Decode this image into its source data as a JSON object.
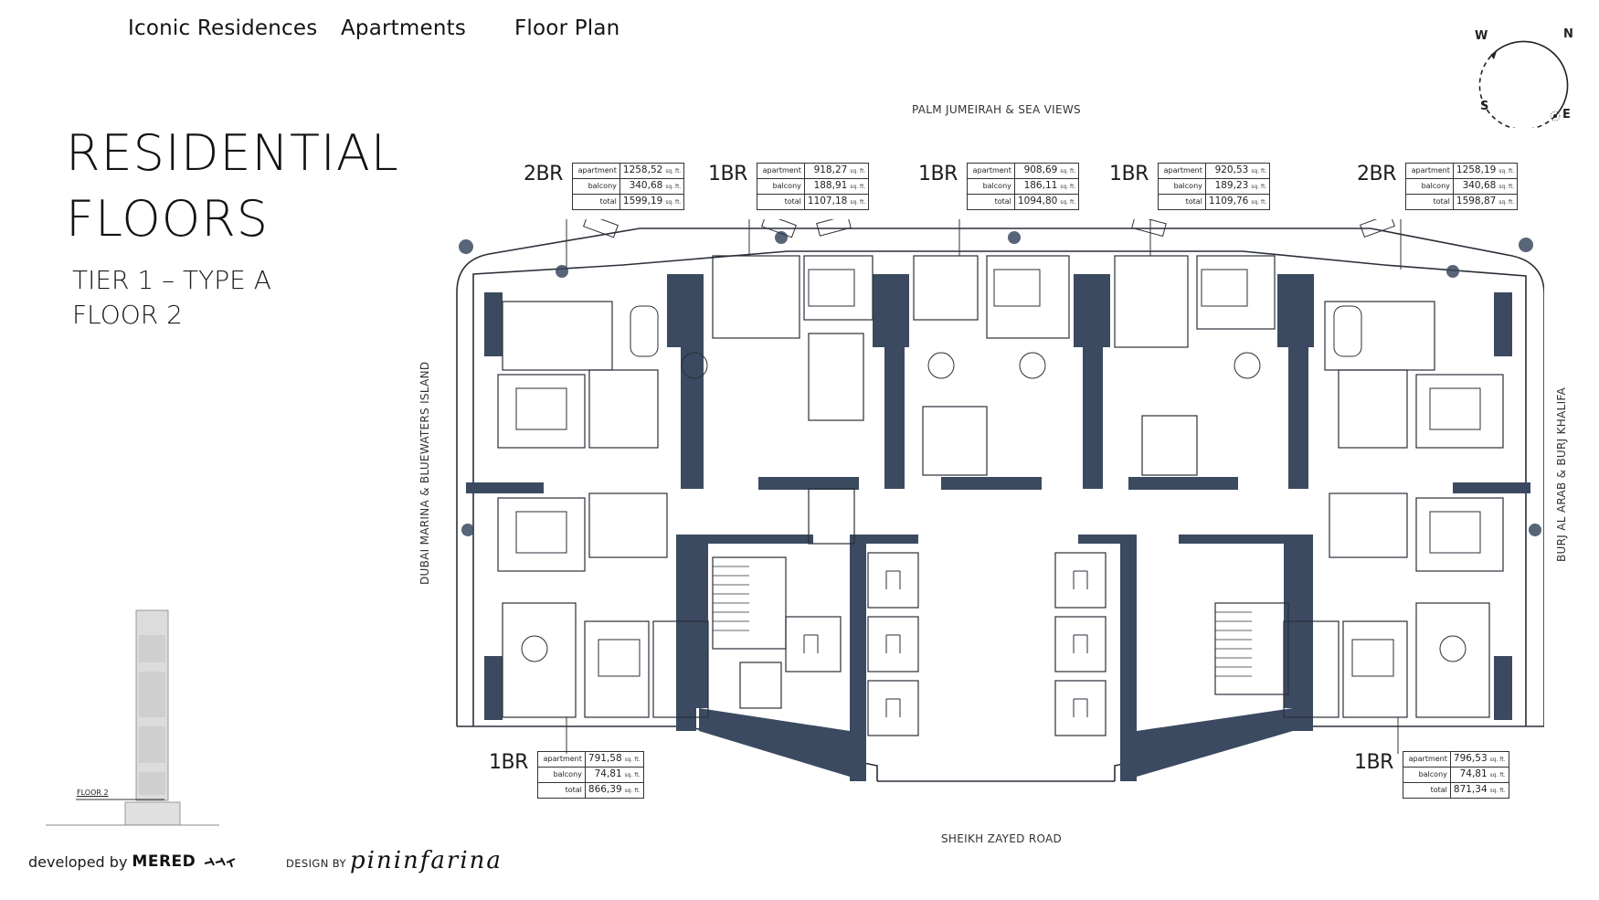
{
  "nav": {
    "items": [
      {
        "label": "Iconic Residences"
      },
      {
        "label": "Apartments"
      },
      {
        "label": "Floor Plan"
      }
    ]
  },
  "page": {
    "title_line1": "RESIDENTIAL",
    "title_line2": "FLOORS",
    "subtitle_line1": "TIER 1 – TYPE A",
    "subtitle_line2": "FLOOR 2"
  },
  "compass": {
    "w": "W",
    "n": "N",
    "s": "S",
    "e": "E"
  },
  "views": {
    "top": "PALM JUMEIRAH & SEA VIEWS",
    "bottom": "SHEIKH ZAYED ROAD",
    "left": "DUBAI MARINA & BLUEWATERS ISLAND",
    "right": "BURJ AL ARAB & BURJ KHALIFA"
  },
  "area_labels": {
    "apartment": "apartment",
    "balcony": "balcony",
    "total": "total",
    "unit": "sq. ft."
  },
  "units": [
    {
      "type": "2BR",
      "apartment": "1258,52",
      "balcony": "340,68",
      "total": "1599,19"
    },
    {
      "type": "1BR",
      "apartment": "918,27",
      "balcony": "188,91",
      "total": "1107,18"
    },
    {
      "type": "1BR",
      "apartment": "908,69",
      "balcony": "186,11",
      "total": "1094,80"
    },
    {
      "type": "1BR",
      "apartment": "920,53",
      "balcony": "189,23",
      "total": "1109,76"
    },
    {
      "type": "2BR",
      "apartment": "1258,19",
      "balcony": "340,68",
      "total": "1598,87"
    },
    {
      "type": "1BR",
      "apartment": "791,58",
      "balcony": "74,81",
      "total": "866,39"
    },
    {
      "type": "1BR",
      "apartment": "796,53",
      "balcony": "74,81",
      "total": "871,34"
    }
  ],
  "elevation": {
    "floor_marker": "FLOOR 2"
  },
  "footer": {
    "developed_by": "developed by",
    "developer": "MERED",
    "design_by": "DESIGN BY",
    "designer": "pininfarina"
  },
  "colors": {
    "wall": "#3b4a60",
    "line": "#2a2f38",
    "background": "#ffffff"
  }
}
